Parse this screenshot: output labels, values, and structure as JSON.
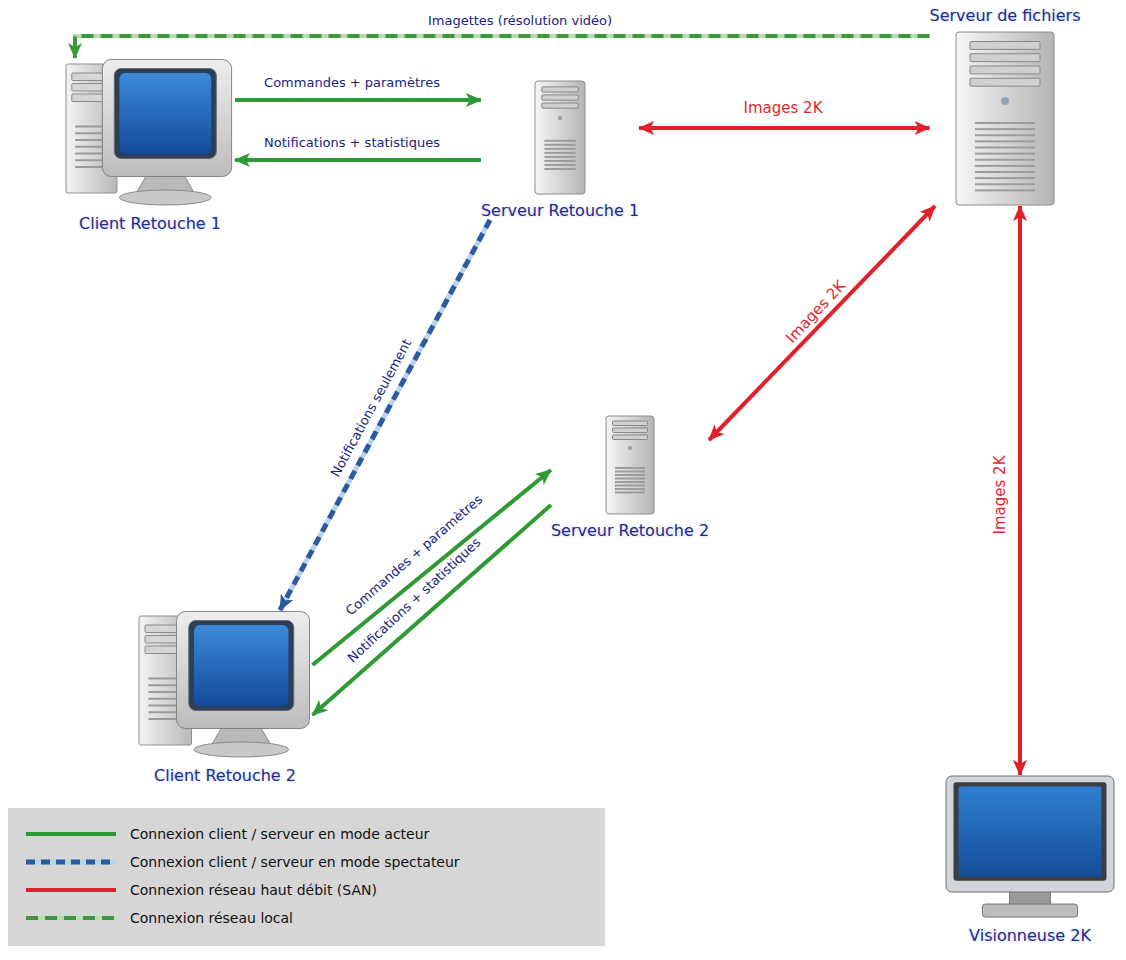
{
  "diagram": {
    "nodes": [
      {
        "text": [
          "Client Retouche 1"
        ]
      },
      {
        "text": [
          "Serveur Retouche 1"
        ]
      },
      {
        "text": [
          "Serveur de fichiers"
        ]
      },
      {
        "text": [
          "Serveur Retouche 2"
        ]
      },
      {
        "text": [
          "Client Retouche 2"
        ]
      },
      {
        "text": [
          "Visionneuse 2K"
        ]
      }
    ],
    "edges": [
      {
        "from": 2,
        "to": 0,
        "arrow": "to",
        "label": "Imagettes (résolution vidéo)"
      },
      {
        "from": 0,
        "to": 1,
        "arrow": "to",
        "label": "Commandes + paramètres"
      },
      {
        "from": 1,
        "to": 0,
        "arrow": "to",
        "label": "Notifications + statistiques"
      },
      {
        "from": 1,
        "to": 2,
        "arrow": "both",
        "label": "Images 2K"
      },
      {
        "from": 1,
        "to": 4,
        "arrow": "to",
        "label": "Notifications seulement"
      },
      {
        "from": 2,
        "to": 3,
        "arrow": "both",
        "label": "Images 2K"
      },
      {
        "from": 4,
        "to": 3,
        "arrow": "to",
        "label": "Commandes + paramètres"
      },
      {
        "from": 3,
        "to": 4,
        "arrow": "to",
        "label": "Notifications + statistiques"
      },
      {
        "from": 2,
        "to": 5,
        "arrow": "both",
        "label": "Images 2K"
      }
    ],
    "legend": [
      {
        "text": "Connexion client / serveur en mode acteur"
      },
      {
        "text": "Connexion client / serveur en mode spectateur"
      },
      {
        "text": "Connexion réseau haut débit (SAN)"
      },
      {
        "text": "Connexion réseau local"
      }
    ]
  }
}
